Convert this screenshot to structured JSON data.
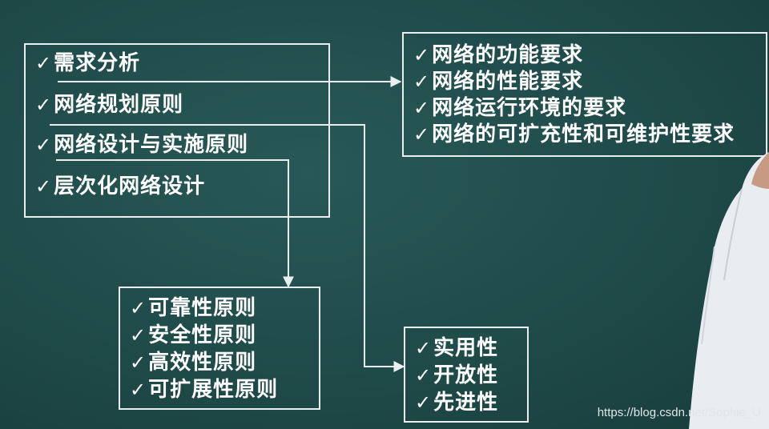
{
  "left_box": {
    "items": [
      "需求分析",
      "网络规划原则",
      "网络设计与实施原则",
      "层次化网络设计"
    ]
  },
  "top_right_box": {
    "items": [
      "网络的功能要求",
      "网络的性能要求",
      "网络运行环境的要求",
      "网络的可扩充性和可维护性要求"
    ]
  },
  "bottom_mid_box": {
    "items": [
      "可靠性原则",
      "安全性原则",
      "高效性原则",
      "可扩展性原则"
    ]
  },
  "bottom_right_box": {
    "items": [
      "实用性",
      "开放性",
      "先进性"
    ]
  },
  "check_glyph": "✓",
  "watermark": "https://blog.csdn.net/Sophie_U",
  "colors": {
    "board": "#1f4a48",
    "line": "#e8efee",
    "text": "#ffffff"
  }
}
